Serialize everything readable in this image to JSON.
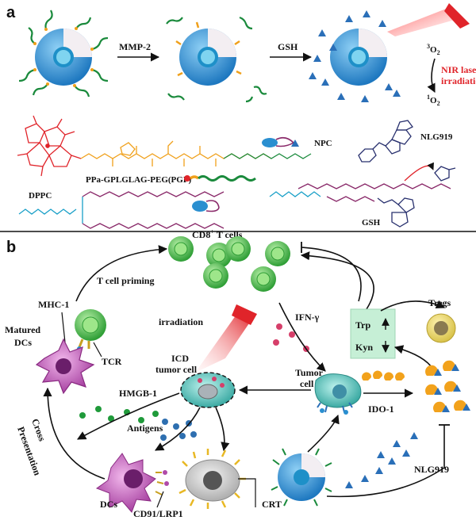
{
  "panel_a": {
    "label": "a",
    "arrow1": "MMP-2",
    "arrow2": "GSH",
    "o2_triplet_sup": "3",
    "o2_singlet_sup": "1",
    "o2": "O",
    "o2_sub": "2",
    "laser_line1": "NIR laser",
    "laser_line2": "irradiation",
    "compound_ppa": "PPa-GPLGLAG-PEG(PGP)",
    "compound_dppc": "DPPC",
    "compound_npc": "NPC",
    "compound_nlg": "NLG919",
    "compound_gsh": "GSH"
  },
  "panel_b": {
    "label": "b",
    "cd8": "CD8",
    "cd8_sup": "+",
    "cd8_rest": " T cells",
    "priming": "T cell priming",
    "mhc": "MHC-1",
    "matured_line1": "Matured",
    "matured_line2": "DCs",
    "tcr": "TCR",
    "irradiation": "irradiation",
    "ifn": "IFN-γ",
    "trp": "Trp",
    "kyn": "Kyn",
    "tregs": "Tregs",
    "icd_line1": "ICD",
    "icd_line2": "tumor cell",
    "tumor_line1": "Tumor",
    "tumor_line2": "cell",
    "ido": "IDO-1",
    "hmgb": "HMGB-1",
    "antigens": "Antigens",
    "cross_line1": "Cross",
    "cross_line2": "Presentation",
    "dcs": "DCs",
    "cd91": "CD91/LRP1",
    "crt": "CRT",
    "nlg": "NLG919"
  },
  "colors": {
    "nanoparticle_blue": "#2a8fd0",
    "tcell_green": "#3cb043",
    "dc_magenta": "#b04aa8",
    "tumor_teal": "#3fb7b0",
    "ido_orange": "#f2a21c",
    "laser_red": "#e0242a",
    "hmgb_green": "#1f9a3a",
    "antigen_blue": "#2e6fb0",
    "ifn_pink": "#d63f6a"
  }
}
